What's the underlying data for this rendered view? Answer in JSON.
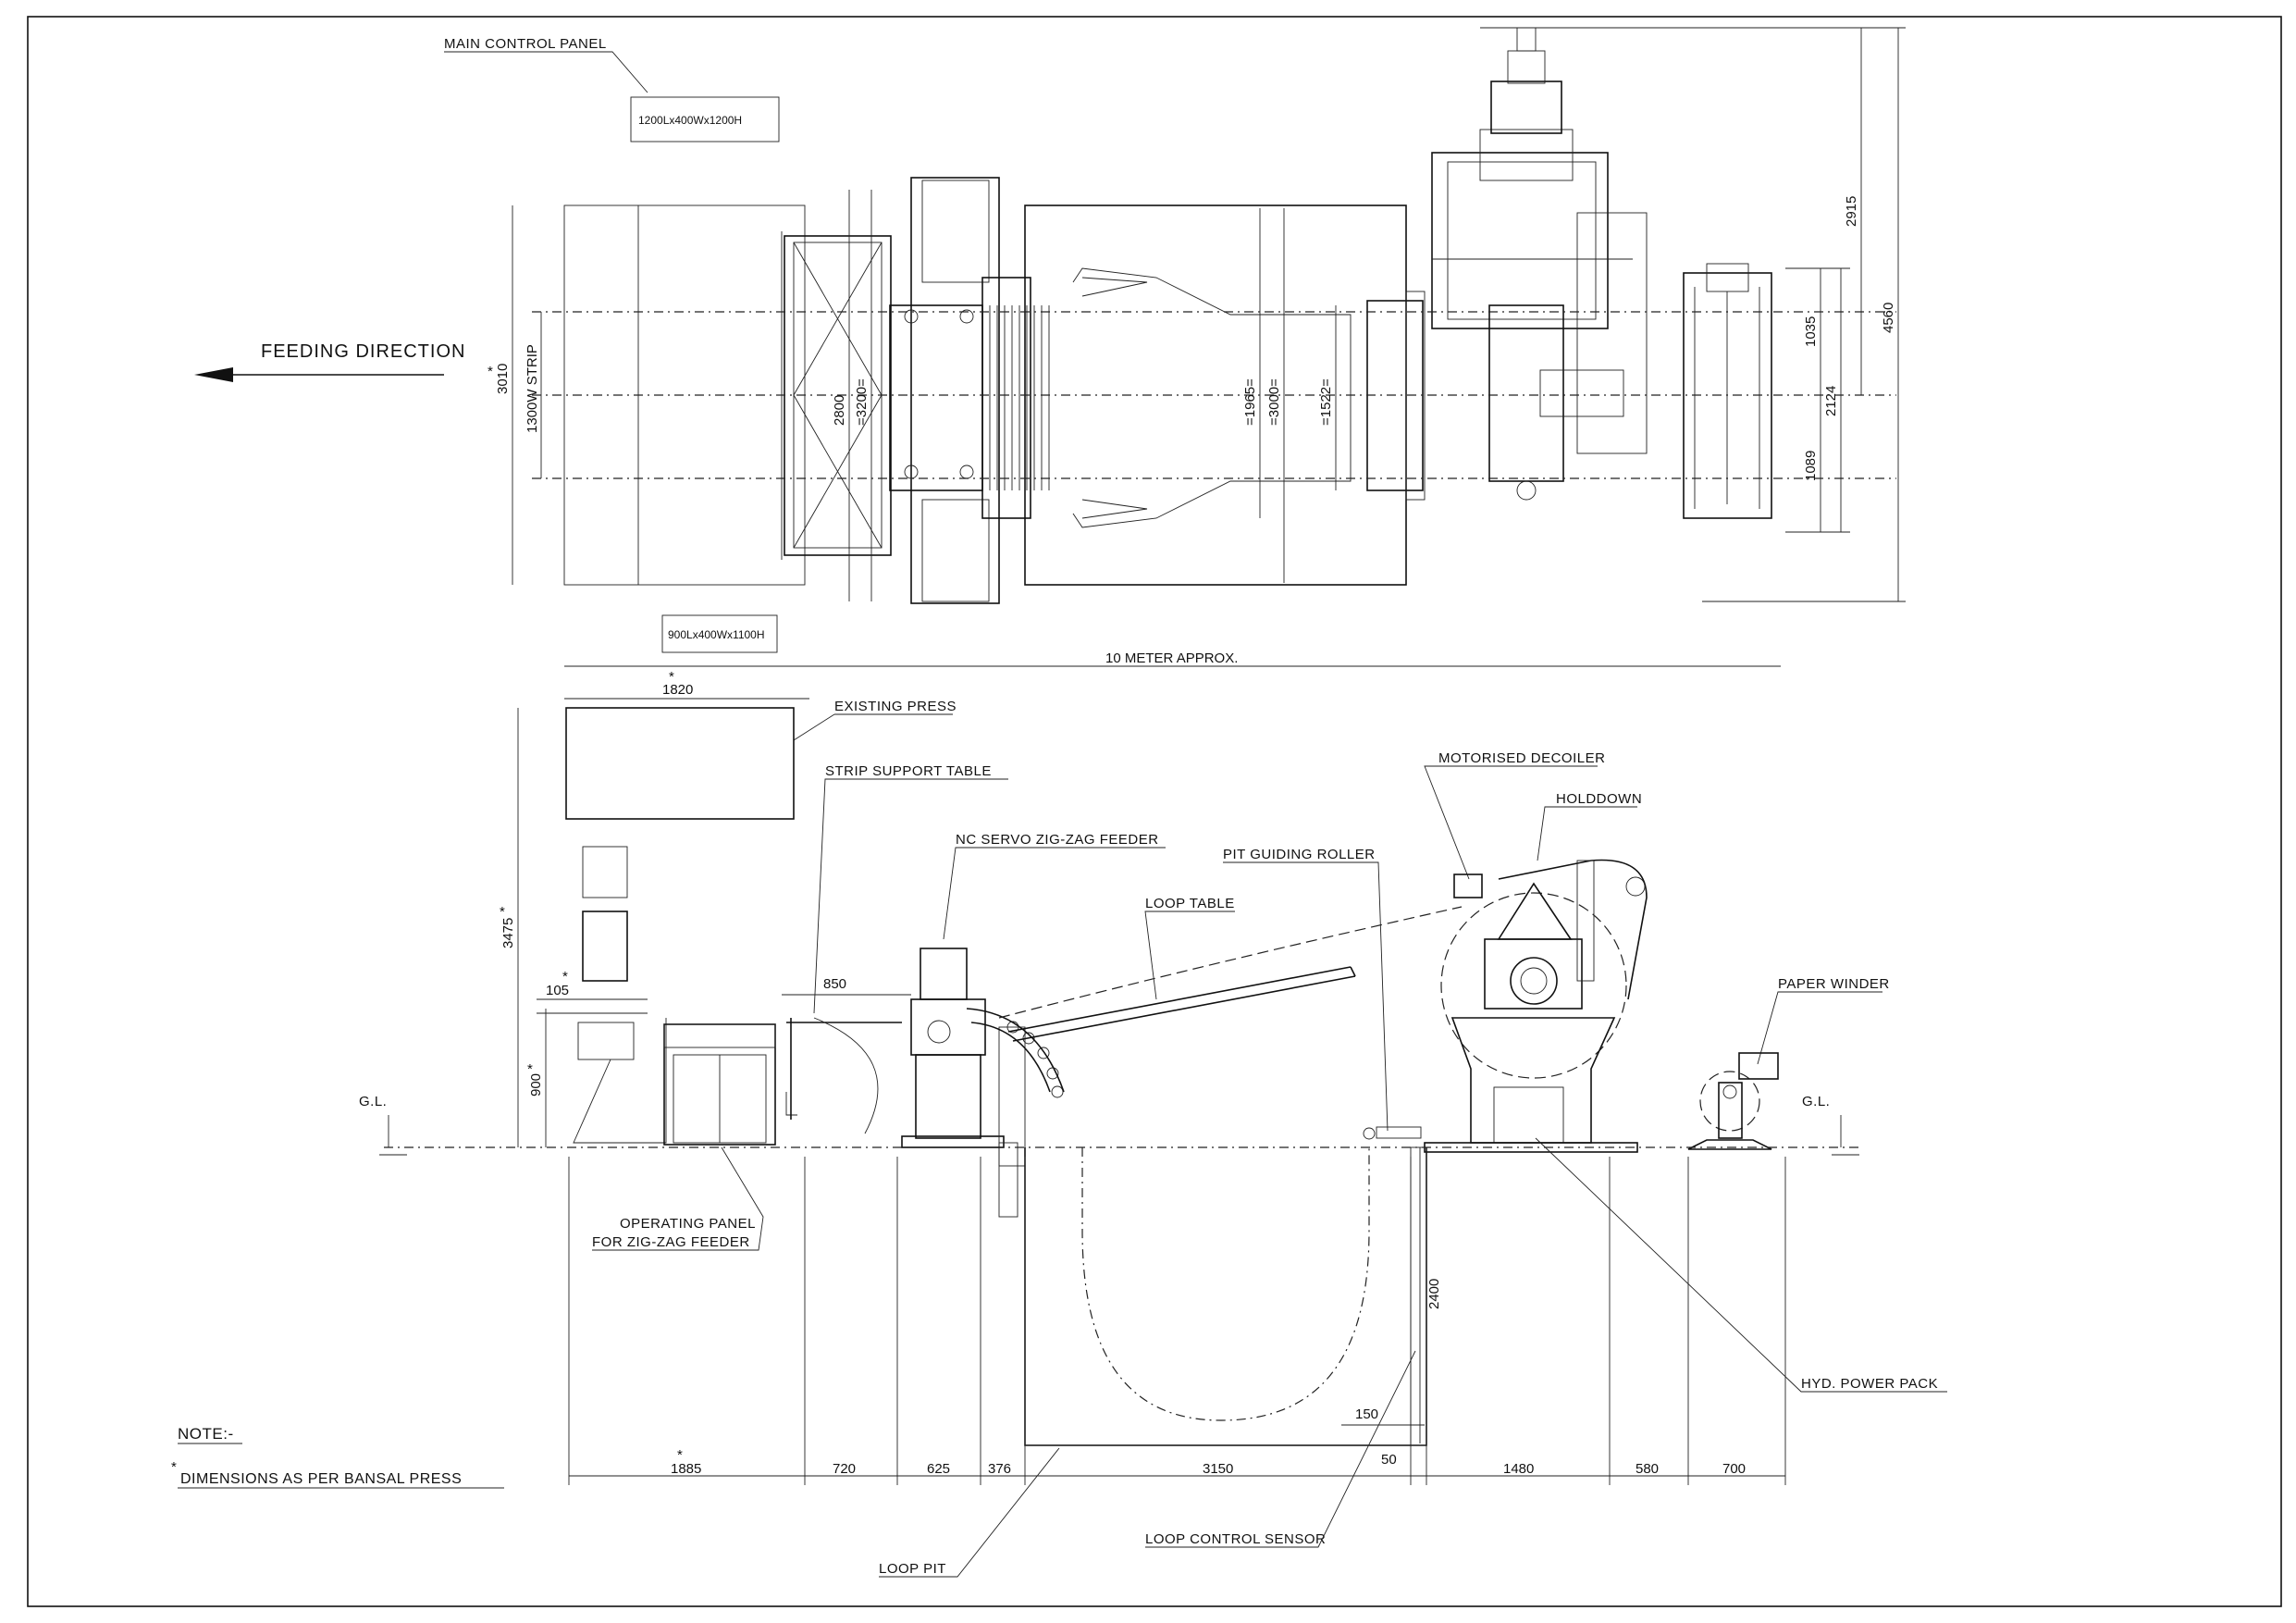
{
  "labels": {
    "main_control_panel": "MAIN CONTROL PANEL",
    "main_control_panel_size": "1200Lx400Wx1200H",
    "operating_panel_size": "900Lx400Wx1100H",
    "feeding_direction": "FEEDING DIRECTION",
    "strip_width": "1300W STRIP",
    "meter_approx": "10 METER APPROX.",
    "existing_press": "EXISTING PRESS",
    "strip_support_table": "STRIP SUPPORT TABLE",
    "nc_servo_feeder": "NC SERVO ZIG-ZAG FEEDER",
    "loop_table": "LOOP TABLE",
    "pit_guiding_roller": "PIT GUIDING ROLLER",
    "motorised_decoiler": "MOTORISED DECOILER",
    "holddown": "HOLDDOWN",
    "paper_winder": "PAPER WINDER",
    "gl_left": "G.L.",
    "gl_right": "G.L.",
    "operating_panel_line1": "OPERATING PANEL",
    "operating_panel_line2": "FOR ZIG-ZAG FEEDER",
    "hyd_power_pack": "HYD. POWER PACK",
    "loop_control_sensor": "LOOP CONTROL SENSOR",
    "loop_pit": "LOOP PIT",
    "note_title": "NOTE:-",
    "note_text": "DIMENSIONS AS PER BANSAL PRESS",
    "asterisk": "*"
  },
  "dimensions": {
    "top_3010": "3010",
    "top_2800": "2800",
    "top_3200": "=3200=",
    "top_1965": "=1965=",
    "top_3000": "=3000=",
    "top_1522": "=1522=",
    "right_2915": "2915",
    "right_4560": "4560",
    "right_1035": "1035",
    "right_2124": "2124",
    "right_1089": "1089",
    "side_1820": "1820",
    "side_3475": "3475",
    "side_105": "105",
    "side_900": "900",
    "side_850": "850",
    "side_2400": "2400",
    "side_150": "150",
    "bottom_1885": "1885",
    "bottom_720": "720",
    "bottom_625": "625",
    "bottom_376": "376",
    "bottom_3150": "3150",
    "bottom_50": "50",
    "bottom_1480": "1480",
    "bottom_580": "580",
    "bottom_700": "700"
  },
  "colors": {
    "ink": "#111111",
    "paper": "#ffffff"
  }
}
